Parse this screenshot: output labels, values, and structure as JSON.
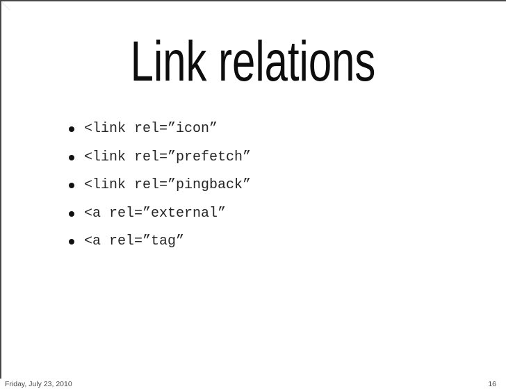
{
  "slide": {
    "title": "Link relations",
    "bullets": [
      "<link rel=”icon”",
      "<link rel=”prefetch”",
      "<link rel=”pingback”",
      "<a rel=”external”",
      "<a rel=”tag”"
    ]
  },
  "footer": {
    "date": "Friday, July 23, 2010",
    "page_number": "16"
  },
  "colors": {
    "background": "#ffffff",
    "border": "#474747",
    "title_text": "#0d0d0d",
    "bullet_text": "#262626",
    "footer_text": "#4a4a4a"
  }
}
